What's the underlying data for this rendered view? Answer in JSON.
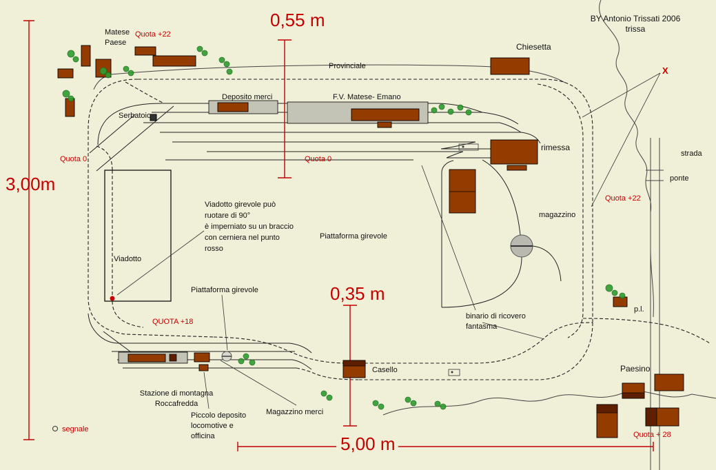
{
  "colors": {
    "background": "#f0efd8",
    "building_brown": "#943c00",
    "accent_red": "#c40000",
    "tree_green": "#2f9e2f",
    "platform_gray": "#c3c3b6"
  },
  "credit": {
    "line1": "BY Antonio Trissati 2006",
    "line2": "trissa"
  },
  "marker_x": "X",
  "dimensions": {
    "top": "0,55 m",
    "left": "3,00m",
    "middle": "0,35 m",
    "bottom": "5,00 m"
  },
  "quotas": {
    "matese": "Quota +22",
    "left_zero": "Quota 0",
    "center_zero": "Quota 0",
    "right": "Quota +22",
    "mountain": "QUOTA +18",
    "paesino": "Quota + 28"
  },
  "labels": {
    "matese_paese": "Matese\nPaese",
    "chiesetta": "Chiesetta",
    "provinciale": "Provinciale",
    "deposito_merci": "Deposito merci",
    "fv_station": "F.V. Matese- Emano",
    "serbatoio": "Serbatoio",
    "rimessa": "rimessa",
    "strada": "strada",
    "ponte": "ponte",
    "magazzino": "magazzino",
    "viadotto_note": "Viadotto girevole può\nruotare di 90°\nè imperniato su un braccio\ncon cerniera nel punto\nrosso",
    "piattaforma_girevole_center": "Piattaforma girevole",
    "viadotto": "Viadotto",
    "piattaforma_girevole_small": "Piattaforma girevole",
    "binario_ricovero": "binario di ricovero\nfantasma",
    "pl": "p.l.",
    "casello": "Casello",
    "paesino": "Paesino",
    "stazione_montagna": "Stazione di montagna\nRoccafredda",
    "magazzino_merci": "Magazzino merci",
    "piccolo_deposito": "Piccolo deposito\nlocomotive e\nofficina",
    "segnale": "segnale"
  }
}
